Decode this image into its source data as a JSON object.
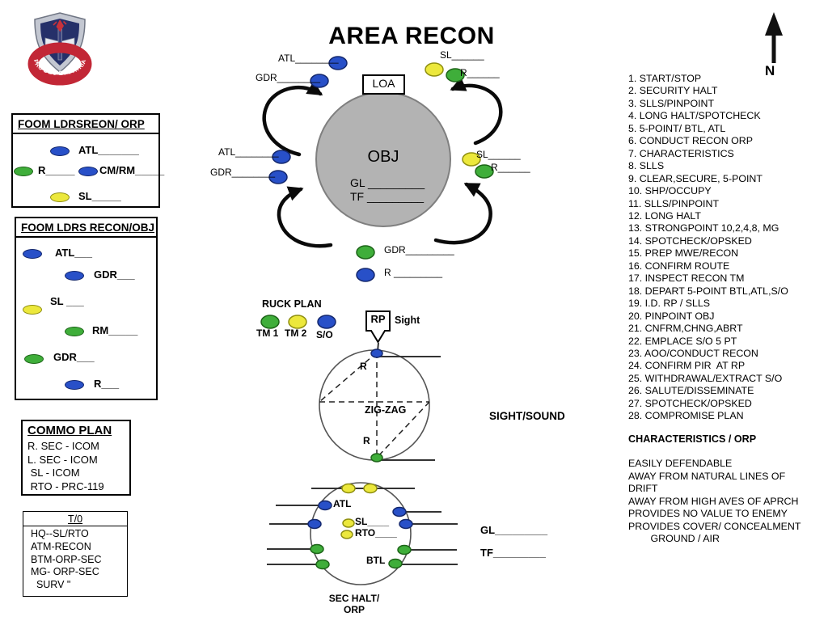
{
  "title": "AREA RECON",
  "north": {
    "label": "N"
  },
  "crest": {
    "motto": "PRO DEO ET PATRIA"
  },
  "colors": {
    "blue": "#2850c8",
    "green": "#3fae3a",
    "yellow": "#ece83c",
    "obj_gray": "#b3b3b3"
  },
  "boxes": {
    "ldrs_orp": {
      "title": "FOOM LDRSREON/ ORP",
      "atl": "ATL_______",
      "r": "R_____",
      "cmrm": "CM/RM_____",
      "sl": "SL_____"
    },
    "ldrs_obj": {
      "title": "FOOM LDRS RECON/OBJ",
      "atl": "ATL___",
      "gdr1": "GDR___",
      "sl": "SL ___",
      "rm": "RM_____",
      "gdr2": "GDR___",
      "r": "R___"
    },
    "commo": {
      "title": "COMMO PLAN",
      "lines": [
        "R. SEC - ICOM",
        "L. SEC - ICOM",
        " SL - ICOM",
        " RTO - PRC-119"
      ]
    },
    "to": {
      "title": "T/0",
      "lines": [
        "HQ--SL/RTO",
        "ATM-RECON",
        "BTM-ORP-SEC",
        "MG- ORP-SEC",
        "  SURV \""
      ]
    }
  },
  "obj_diagram": {
    "loa": "LOA",
    "obj": "OBJ",
    "gl": "GL _________",
    "tf": "TF _________",
    "top_atl": "ATL________",
    "top_gdr": "GDR________",
    "top_sl": "SL______",
    "top_r": "R______",
    "left_atl": "ATL________",
    "left_gdr": "GDR________",
    "right_sl": "SL______",
    "right_r": "R______",
    "bottom_gdr": "GDR_________",
    "bottom_r": "R _________"
  },
  "ruck_plan": {
    "title": "RUCK PLAN",
    "tm1": "TM 1",
    "tm2": "TM 2",
    "so": "S/O"
  },
  "rp_marker": {
    "label": "RP",
    "sight": "Sight"
  },
  "zigzag": {
    "label": "ZIG-ZAG",
    "r_top": "R",
    "r_bottom": "R"
  },
  "sight_sound": "SIGHT/SOUND",
  "sec_halt": {
    "atl": "ATL",
    "sl": "SL____",
    "rto": "RTO____",
    "btl": "BTL",
    "caption_line1": "SEC HALT/",
    "caption_line2": "ORP",
    "gl": "GL_________",
    "tf": "TF_________"
  },
  "checklist": [
    "1. START/STOP",
    "2. SECURITY HALT",
    "3. SLLS/PINPOINT",
    "4. LONG HALT/SPOTCHECK",
    "5. 5-POINT/ BTL, ATL",
    "6. CONDUCT RECON ORP",
    "7. CHARACTERISTICS",
    "8. SLLS",
    "9. CLEAR,SECURE, 5-POINT",
    "10. SHP/OCCUPY",
    "11. SLLS/PINPOINT",
    "12. LONG HALT",
    "13. STRONGPOINT 10,2,4,8, MG",
    "14. SPOTCHECK/OPSKED",
    "15. PREP MWE/RECON",
    "16. CONFIRM ROUTE",
    "17. INSPECT RECON TM",
    "18. DEPART 5-POINT BTL,ATL,S/O",
    "19. I.D. RP / SLLS",
    "20. PINPOINT OBJ",
    "21. CNFRM,CHNG,ABRT",
    "22. EMPLACE S/O 5 PT",
    "23. AOO/CONDUCT RECON",
    "24. CONFIRM PIR  AT RP",
    "25. WITHDRAWAL/EXTRACT S/O",
    "26. SALUTE/DISSEMINATE",
    "27. SPOTCHECK/OPSKED",
    "28. COMPROMISE PLAN"
  ],
  "characteristics": {
    "title": "CHARACTERISTICS / ORP",
    "lines": [
      "EASILY DEFENDABLE",
      "AWAY FROM NATURAL LINES OF",
      "DRIFT",
      "AWAY FROM HIGH AVES OF APRCH",
      "PROVIDES NO VALUE TO ENEMY",
      "PROVIDES COVER/ CONCEALMENT",
      "        GROUND / AIR"
    ]
  }
}
